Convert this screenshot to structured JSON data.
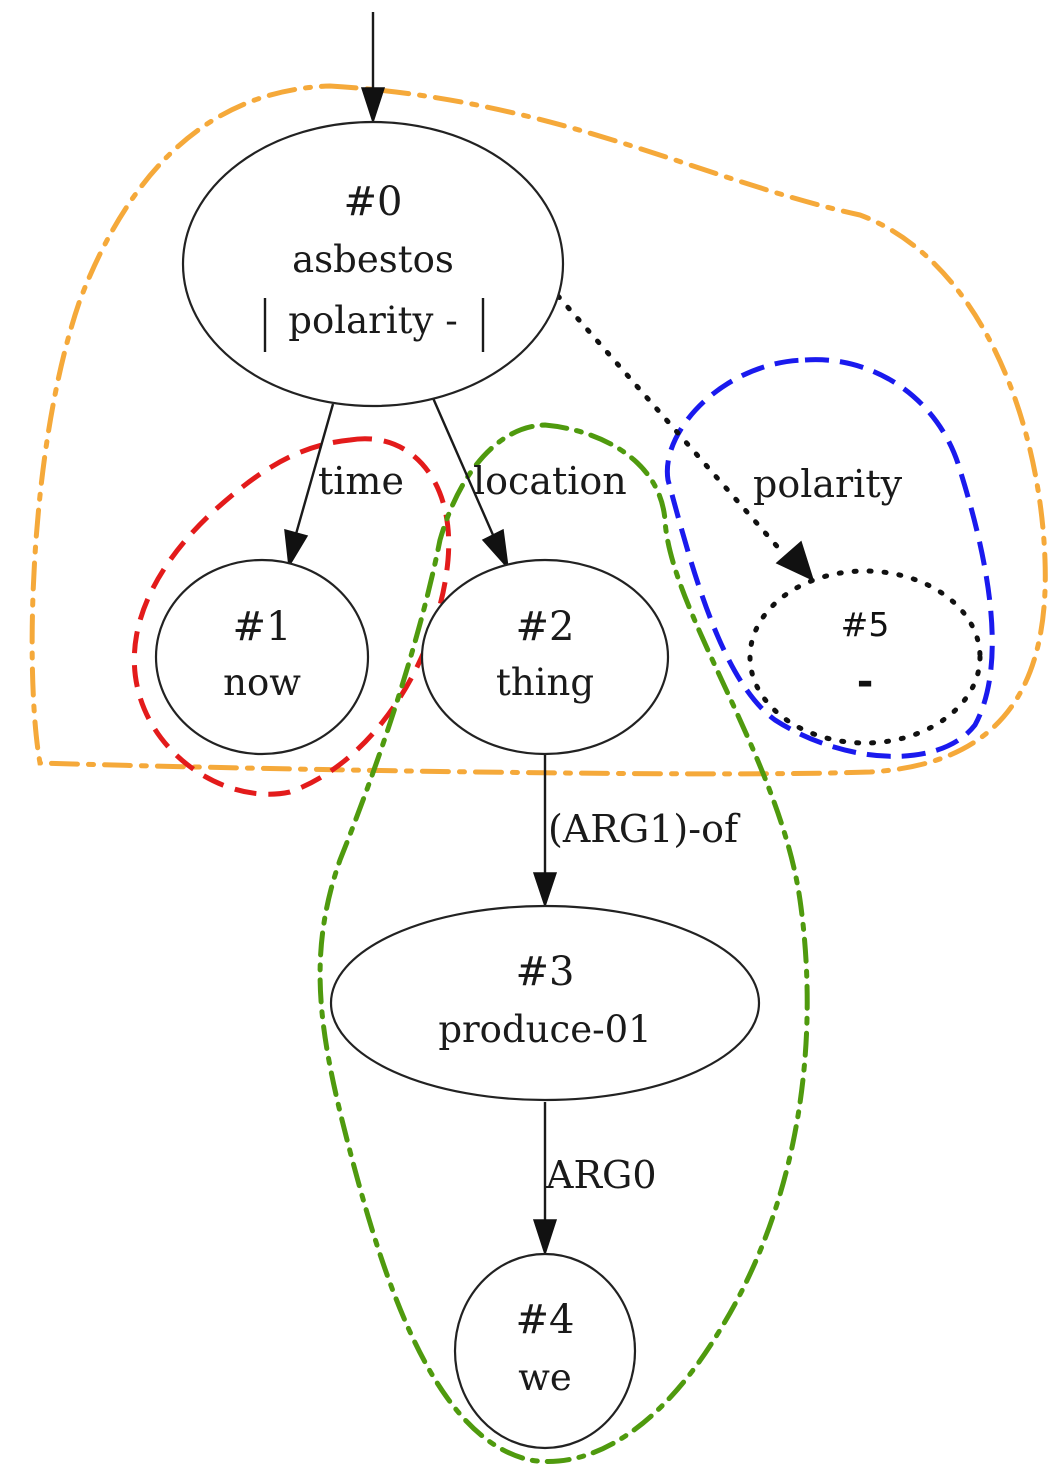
{
  "diagram": {
    "nodes": {
      "n0": {
        "id": "#0",
        "concept": "asbestos",
        "attribute": "polarity -"
      },
      "n1": {
        "id": "#1",
        "concept": "now"
      },
      "n2": {
        "id": "#2",
        "concept": "thing"
      },
      "n3": {
        "id": "#3",
        "concept": "produce-01"
      },
      "n4": {
        "id": "#4",
        "concept": "we"
      },
      "n5": {
        "id": "#5",
        "concept": "-"
      }
    },
    "edges": {
      "time": "time",
      "location": "location",
      "polarity": "polarity",
      "arg1_of": "(ARG1)-of",
      "arg0": "ARG0"
    },
    "colors": {
      "orange_group": "#f5a93a",
      "red_group": "#e31b1b",
      "blue_group": "#1a1aee",
      "green_group": "#4f9a0e",
      "node_stroke": "#222222"
    }
  }
}
